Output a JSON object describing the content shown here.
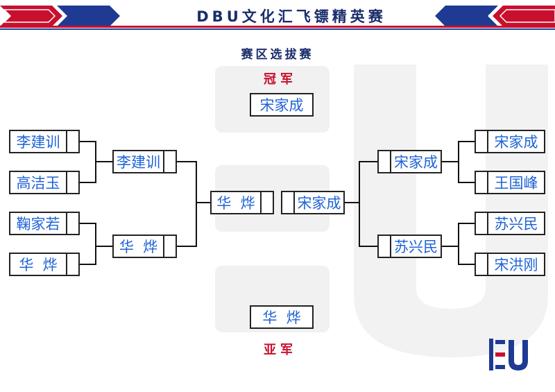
{
  "header": {
    "title": "DBU文化汇飞镖精英赛"
  },
  "subtitle": "赛区选拔赛",
  "champion_label": "冠军",
  "runnerup_label": "亚军",
  "champion": "宋家成",
  "runnerup": "华  烨",
  "left": {
    "round1": [
      "李建训",
      "高洁玉",
      "鞠家若",
      "华  烨"
    ],
    "semi": [
      "李建训",
      "华  烨"
    ],
    "final": "华  烨"
  },
  "right": {
    "round1": [
      "宋家成",
      "王国峰",
      "苏兴民",
      "宋洪刚"
    ],
    "semi": [
      "宋家成",
      "苏兴民"
    ],
    "final": "宋家成"
  },
  "logo_text": "EU",
  "colors": {
    "navy": "#1a2c6b",
    "red": "#c8102e",
    "name_blue": "#1f63d6"
  }
}
